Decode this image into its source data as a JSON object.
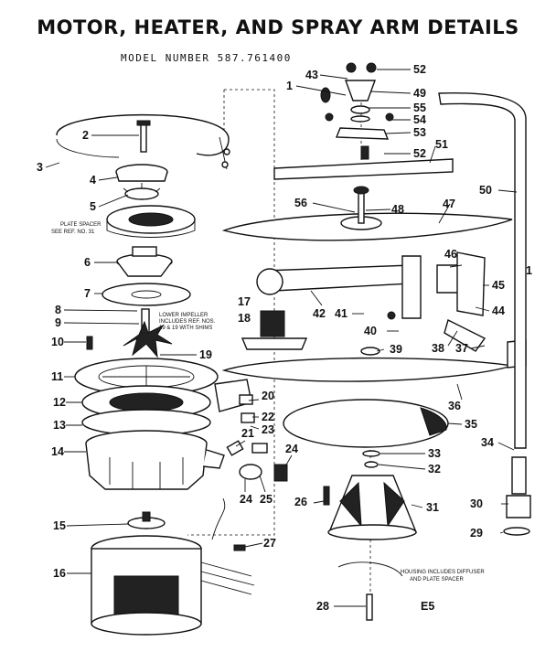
{
  "title": "MOTOR, HEATER, AND SPRAY ARM DETAILS",
  "model": "MODEL NUMBER 587.761400",
  "page_code": "E5",
  "notes": {
    "plate_spacer_1": "PLATE SPACER",
    "plate_spacer_2": "SEE REF. NO. 31",
    "lower_impeller_1": "LOWER IMPELLER",
    "lower_impeller_2": "INCLUDES REF. NOS.",
    "lower_impeller_3": "19 & 19 WITH SHIMS",
    "housing_1": "HOUSING INCLUDES DIFFUSER",
    "housing_2": "AND PLATE SPACER"
  },
  "callouts": [
    "1",
    "2",
    "3",
    "4",
    "5",
    "6",
    "7",
    "8",
    "9",
    "10",
    "11",
    "12",
    "13",
    "14",
    "15",
    "16",
    "17",
    "18",
    "19",
    "20",
    "21",
    "22",
    "23",
    "24",
    "25",
    "26",
    "27",
    "28",
    "29",
    "30",
    "31",
    "32",
    "33",
    "34",
    "35",
    "36",
    "37",
    "38",
    "39",
    "40",
    "41",
    "42",
    "43",
    "44",
    "45",
    "46",
    "47",
    "48",
    "49",
    "50",
    "51",
    "52",
    "53",
    "54",
    "55",
    "56"
  ]
}
